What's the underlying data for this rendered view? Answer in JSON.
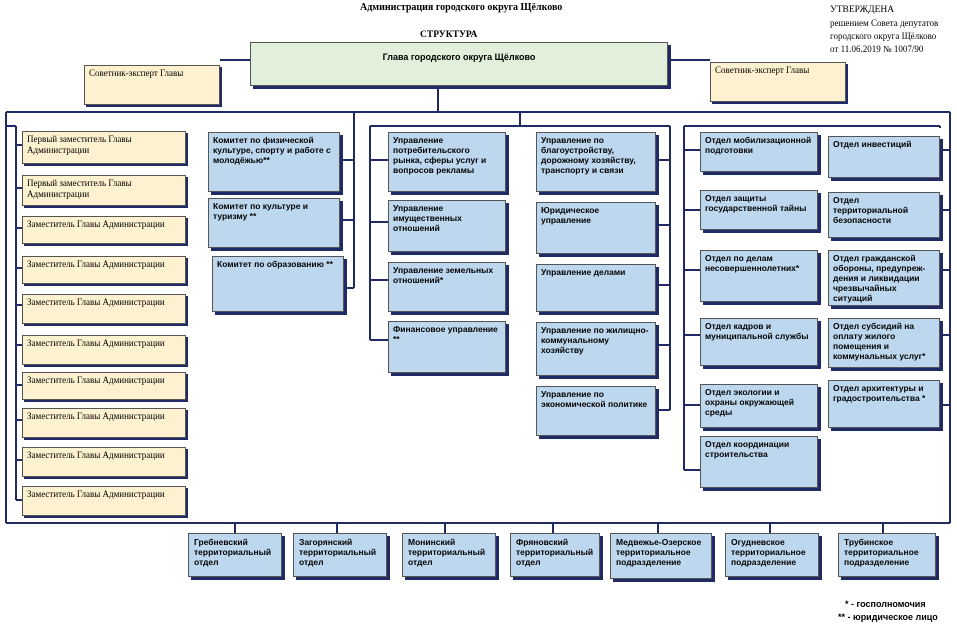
{
  "header": {
    "title": "Администрация городского округа Щёлково",
    "structure": "СТРУКТУРА",
    "approval": [
      "УТВЕРЖДЕНА",
      "решением Совета депутатов",
      "городского округа Щёлково",
      "от 11.06.2019  № 1007/90"
    ]
  },
  "head": {
    "label": "Глава городского округа Щёлково"
  },
  "advisors": {
    "left": "Советник-эксперт Главы",
    "right": "Советник-эксперт Главы"
  },
  "deputies": [
    "Первый заместитель Главы Администрации",
    "Первый заместитель Главы Администрации",
    "Заместитель Главы Администрации",
    "Заместитель Главы Администрации",
    "Заместитель Главы Администрации",
    "Заместитель Главы Администрации",
    "Заместитель Главы Администрации",
    "Заместитель Главы Администрации",
    "Заместитель Главы Администрации",
    "Заместитель Главы Администрации"
  ],
  "committees": [
    "Комитет  по физической культуре,  спорту и работе с молодёжью**",
    "Комитет по культуре и туризму **",
    "Комитет по образованию **"
  ],
  "directorates_a": [
    "Управление потребительского рынка, сферы услуг и вопросов рекламы",
    "Управление имущественных отношений",
    "Управление  земельных отношений*",
    "Финансовое управление **"
  ],
  "directorates_b": [
    "Управление  по благоустройству, дорожному хозяйству, транспорту и связи",
    "Юридическое управление",
    "Управление делами",
    "Управление по жилищно-коммунальному хозяйству",
    "Управление по экономической политике"
  ],
  "departments_left": [
    "Отдел мобилизационной подготовки",
    "Отдел защиты государственной тайны",
    "Отдел по делам несовершеннолетних*",
    "Отдел кадров и муниципальной службы",
    "Отдел экологии и охраны окружающей среды",
    "Отдел координации строительства"
  ],
  "departments_right": [
    "Отдел инвестиций",
    "Отдел территориальной безопасности",
    "Отдел гражданской обороны, предупреж-дения и ликвидации чрезвычайных ситуаций",
    "Отдел субсидий на оплату жилого помещения и коммунальных услуг*",
    "Отдел архитектуры и градостроительства *"
  ],
  "territorial": [
    "Гребневский территориальный отдел",
    "Загорянский территориальный отдел",
    "Монинский территориальный отдел",
    "Фряновский территориальный отдел",
    "Медвежье-Озерское территориальное подразделение",
    "Огудневское территориальное подразделение",
    "Трубинское территориальное подразделение"
  ],
  "legend": [
    "* - госполномочия",
    "** - юридическое лицо"
  ]
}
